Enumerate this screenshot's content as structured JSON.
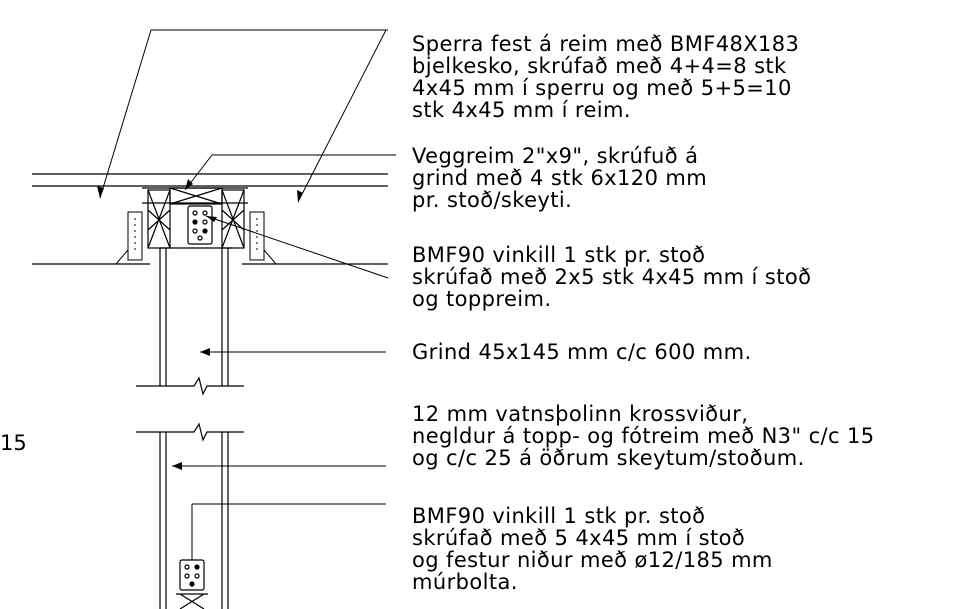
{
  "annotations": [
    {
      "id": "sperra",
      "lines": [
        "Sperra fest á reim með BMF48X183",
        "bjelkesko, skrúfað með 4+4=8 stk",
        "4x45 mm í sperru og með 5+5=10",
        "stk 4x45 mm í reim."
      ]
    },
    {
      "id": "veggreim",
      "lines": [
        "Veggreim 2\"x9\", skrúfuð á",
        "grind með 4 stk 6x120 mm",
        "pr. stoð/skeyti."
      ]
    },
    {
      "id": "vinkill-top",
      "lines": [
        "BMF90 vinkill 1 stk pr. stoð",
        "skrúfað með 2x5 stk 4x45 mm í stoð",
        "og toppreim."
      ]
    },
    {
      "id": "grind",
      "lines": [
        "Grind 45x145 mm c/c 600 mm."
      ]
    },
    {
      "id": "krossvidur",
      "lines": [
        "12 mm vatnsþolinn krossviður,",
        "negldur á topp- og fótreim með N3\" c/c 15",
        "og c/c 25 á öðrum skeytum/stoðum."
      ]
    },
    {
      "id": "vinkill-bottom",
      "lines": [
        "BMF90 vinkill 1 stk pr. stoð",
        "skrúfað með 5 4x45 mm í stoð",
        "og festur niður með ø12/185 mm",
        "múrbolta."
      ]
    }
  ],
  "edge_fragment": "15"
}
